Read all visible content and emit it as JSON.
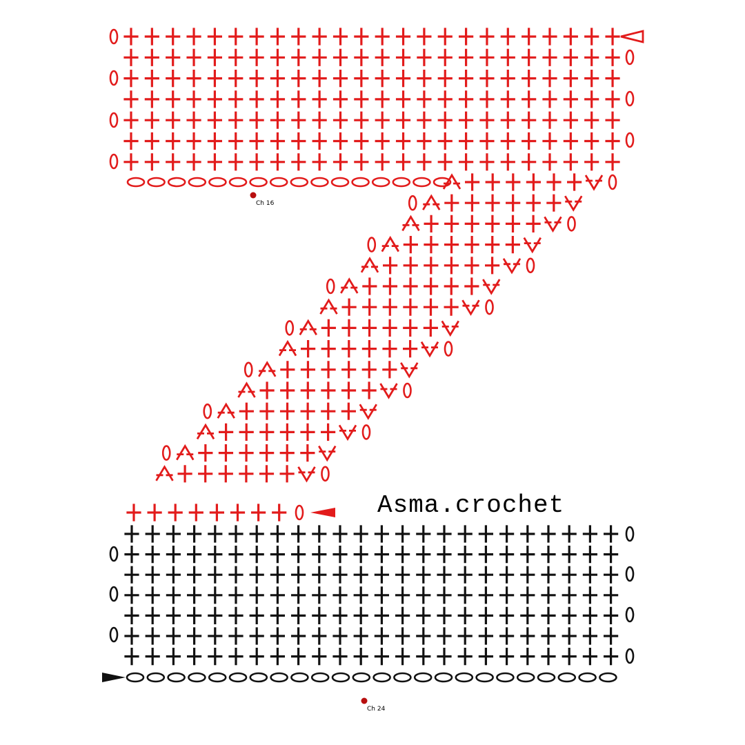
{
  "diagram": {
    "watermark": "Asma.crochet",
    "labels": {
      "top_chain": "Ch 16",
      "bottom_chain": "Ch 24"
    },
    "stitch_symbols": {
      "single_crochet": "plus",
      "chain": "oval",
      "increase": "v-shape",
      "decrease": "inverted-v"
    },
    "colors": {
      "top_section": "#e21b1b",
      "bottom_section": "#111111",
      "markers": "#b80f0f"
    }
  }
}
